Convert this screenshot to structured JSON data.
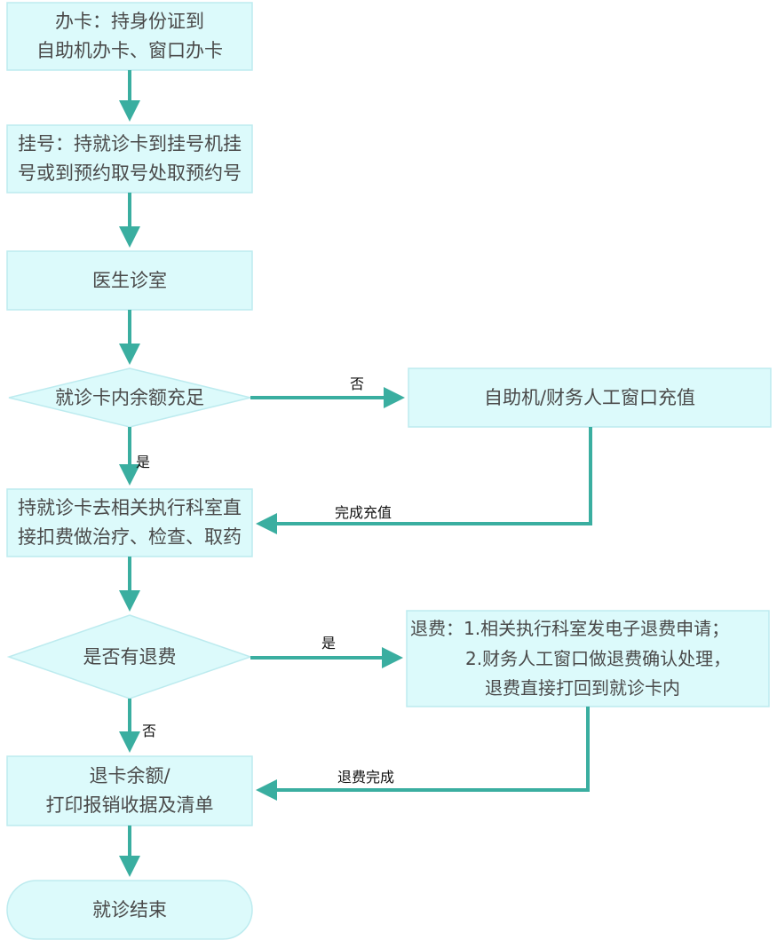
{
  "colors": {
    "node_fill": "#dcfafb",
    "node_border": "#bdebef",
    "arrow": "#3aaea0",
    "text": "#4a4a4a"
  },
  "nodes": {
    "card": {
      "line1": "办卡：持身份证到",
      "line2": "自助机办卡、窗口办卡"
    },
    "register": {
      "line1": "挂号：持就诊卡到挂号机挂",
      "line2": "号或到预约取号处取预约号"
    },
    "clinic": {
      "label": "医生诊室"
    },
    "balance_check": {
      "label": "就诊卡内余额充足"
    },
    "recharge": {
      "label": "自助机/财务人工窗口充值"
    },
    "deduct": {
      "line1": "持就诊卡去相关执行科室直",
      "line2": "接扣费做治疗、检查、取药"
    },
    "refund_check": {
      "label": "是否有退费"
    },
    "refund": {
      "line1": "退费：1.相关执行科室发电子退费申请；",
      "line2": "2.财务人工窗口做退费确认处理，",
      "line3": "退费直接打回到就诊卡内"
    },
    "refund_balance": {
      "line1": "退卡余额/",
      "line2": "打印报销收据及清单"
    },
    "end": {
      "label": "就诊结束"
    }
  },
  "edge_labels": {
    "balance_no": "否",
    "balance_yes": "是",
    "recharge_done": "完成充值",
    "refund_yes": "是",
    "refund_no": "否",
    "refund_done": "退费完成"
  }
}
